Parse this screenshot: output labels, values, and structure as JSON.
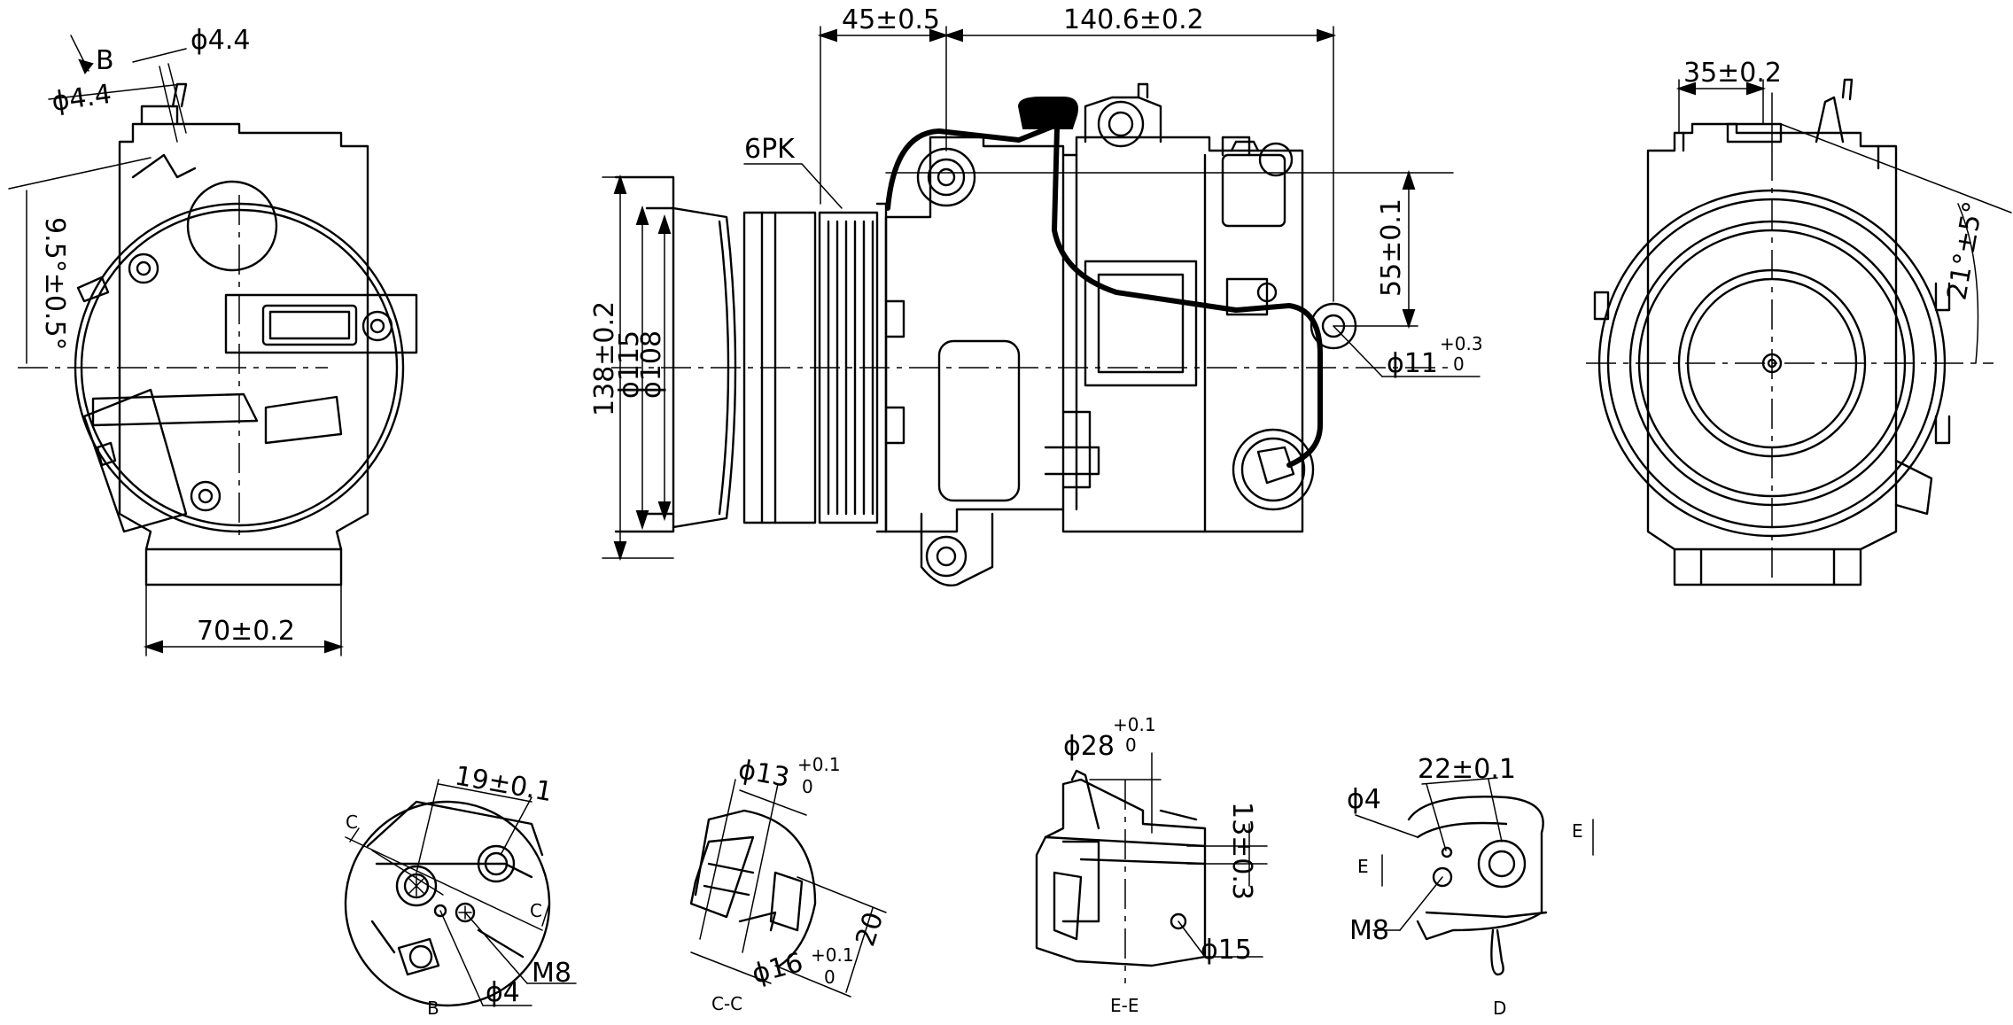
{
  "dimensions": {
    "d44_top": "ϕ4.4",
    "d44_left": "ϕ4.4",
    "view_b_arrow": "B",
    "angle_left": "9.5°±0.5°",
    "width_70": "70±0.2",
    "len_45": "45±0.5",
    "len_1406": "140.6±0.2",
    "belt": "6PK",
    "dia_138": "138±0.2",
    "dia_115": "ϕ115",
    "dia_108": "ϕ108",
    "h_55": "55±0.1",
    "hole_11": "ϕ11",
    "hole_11_upper": "+0.3",
    "hole_11_lower": "0",
    "w_35": "35±0.2",
    "angle_right": "21°±5°"
  },
  "detail_b": {
    "dim_19": "19±0.1",
    "cut_c_left": "C",
    "cut_c_right": "C",
    "m8": "M8",
    "d4": "ϕ4",
    "caption": "B"
  },
  "detail_cc": {
    "d13": "ϕ13",
    "d13_upper": "+0.1",
    "d13_lower": "0",
    "d16": "ϕ16",
    "d16_upper": "+0.1",
    "d16_lower": "0",
    "dim_20": "20",
    "caption": "C-C"
  },
  "detail_ee": {
    "d28": "ϕ28",
    "d28_upper": "+0.1",
    "d28_lower": "0",
    "dim_13": "13±0.3",
    "d15": "ϕ15",
    "caption": "E-E"
  },
  "detail_d": {
    "dim_22": "22±0.1",
    "d4": "ϕ4",
    "m8": "M8",
    "cut_e_left": "E",
    "cut_e_right": "E",
    "caption": "D"
  }
}
